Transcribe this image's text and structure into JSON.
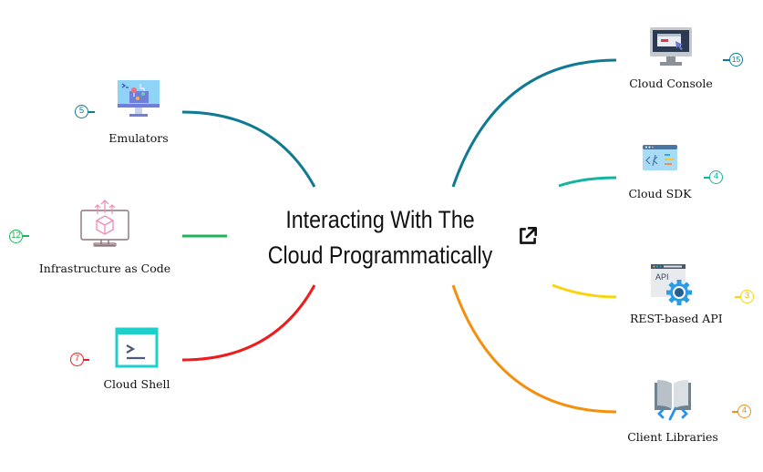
{
  "title": {
    "line1": "Interacting With The",
    "line2": "Cloud Programmatically",
    "open_link_icon": "external-link-icon"
  },
  "colors": {
    "emulators": "#0f7a92",
    "infrastructure": "#1db45a",
    "cloud_shell": "#ee1c1c",
    "cloud_console": "#0f7a92",
    "cloud_sdk": "#13b5a0",
    "rest_api": "#f6d40f",
    "client_libraries": "#f3900e"
  },
  "left_nodes": [
    {
      "label": "Emulators",
      "count": "5",
      "icon": "monitor-joystick-icon"
    },
    {
      "label": "Infrastructure as Code",
      "count": "12",
      "icon": "monitor-cube-deploy-icon"
    },
    {
      "label": "Cloud Shell",
      "count": "7",
      "icon": "terminal-window-icon"
    }
  ],
  "right_nodes": [
    {
      "label": "Cloud Console",
      "count": "15",
      "icon": "monitor-cursor-icon"
    },
    {
      "label": "Cloud SDK",
      "count": "4",
      "icon": "code-window-icon"
    },
    {
      "label": "REST-based API",
      "count": "3",
      "icon": "api-gear-icon"
    },
    {
      "label": "Client Libraries",
      "count": "4",
      "icon": "book-code-icon"
    }
  ]
}
